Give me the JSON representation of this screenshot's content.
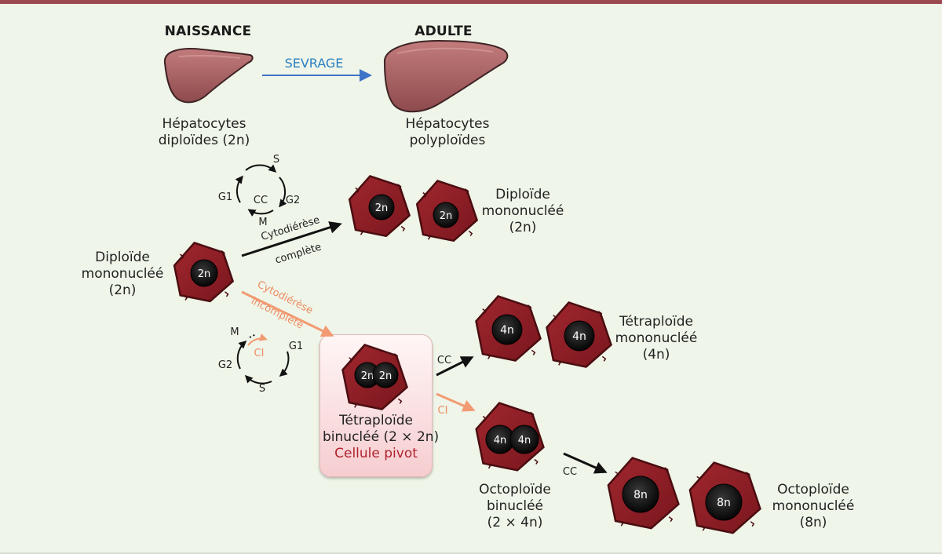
{
  "header": {
    "birth": "NAISSANCE",
    "adult": "ADULTE",
    "weaning": "SEVRAGE",
    "diploid_hepatocytes": [
      "Hépatocytes",
      "diploïdes (2n)"
    ],
    "polyploid_hepatocytes": [
      "Hépatocytes",
      "polyploïdes"
    ]
  },
  "cycle_top": {
    "S": "S",
    "G1": "G1",
    "CC": "CC",
    "G2": "G2",
    "M": "M"
  },
  "cycle_bottom": {
    "M": "M",
    "CI": "CI",
    "G1": "G1",
    "G2": "G2",
    "S": "S"
  },
  "arrows": {
    "complete_1": "Cytodiérèse",
    "complete_2": "complète",
    "incomplete_1": "Cytodiérèse",
    "incomplete_2": "incomplète",
    "cc_top": "CC",
    "ci": "CI",
    "cc_bottom": "CC"
  },
  "cells": {
    "start": {
      "nucleus": "2n",
      "label": [
        "Diploïde",
        "mononucléé",
        "(2n)"
      ]
    },
    "diploid_pair": {
      "nuclei": [
        "2n",
        "2n"
      ],
      "label": [
        "Diploïde",
        "mononucléé",
        "(2n)"
      ]
    },
    "pivot": {
      "nuclei": [
        "2n",
        "2n"
      ],
      "label": [
        "Tétraploïde",
        "binucléé (2 × 2n)"
      ],
      "title": "Cellule pivot"
    },
    "tetraploid_pair": {
      "nuclei": [
        "4n",
        "4n"
      ],
      "label": [
        "Tétraploïde",
        "mononucléé",
        "(4n)"
      ]
    },
    "octo_binuc": {
      "nuclei": [
        "4n",
        "4n"
      ],
      "label": [
        "Octoploïde",
        "binucléé",
        "(2 × 4n)"
      ]
    },
    "octo_mono": {
      "nuclei": [
        "8n",
        "8n"
      ],
      "label": [
        "Octoploïde",
        "mononucléé",
        "(8n)"
      ]
    }
  },
  "colors": {
    "cell": "#8f1f27",
    "cell_edge": "#4a0d10",
    "nucleus": "#0d0d0d",
    "liver": "#a25659",
    "blue_arrow": "#3f73c7",
    "orange_arrow": "#f29b73",
    "pivot_text": "#b0232e"
  }
}
